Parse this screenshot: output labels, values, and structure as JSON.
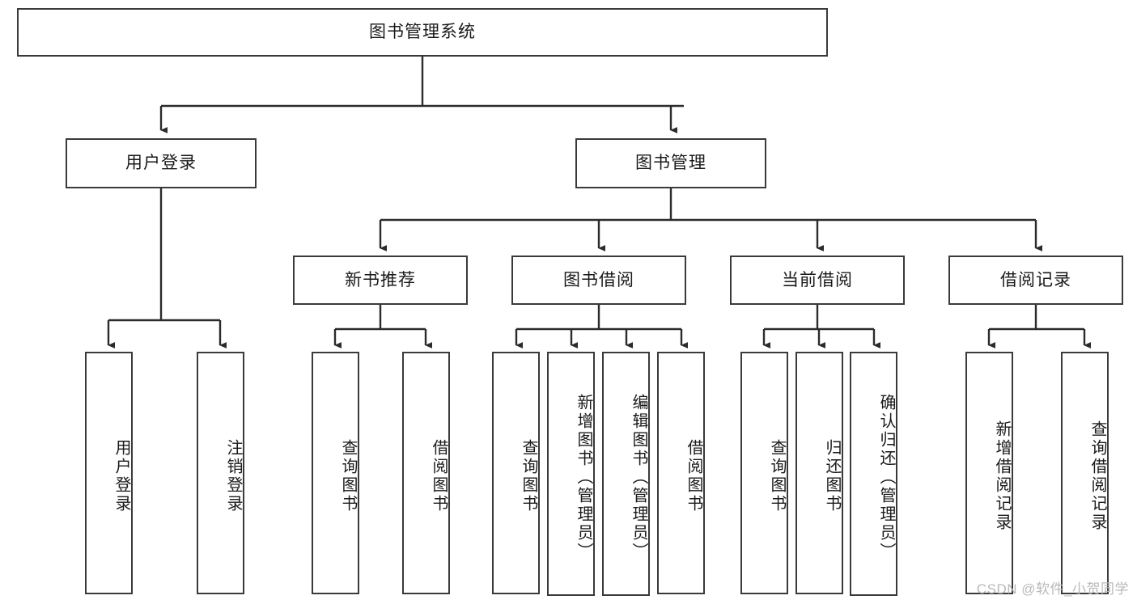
{
  "diagram": {
    "title": "图书管理系统",
    "type": "tree",
    "watermark": "CSDN @软件_小贺同学",
    "colors": {
      "node_border": "#3a3a3a",
      "node_fill": "#ffffff",
      "edge": "#2b2b2b",
      "text": "#1a1a1a",
      "watermark": "#b9b9b9",
      "background": "#ffffff"
    },
    "levels": {
      "root": "图书管理系统",
      "level2": [
        "用户登录",
        "图书管理"
      ],
      "level3": [
        "新书推荐",
        "图书借阅",
        "当前借阅",
        "借阅记录"
      ],
      "leaves": [
        "用户登录",
        "注销登录",
        "查询图书",
        "借阅图书",
        "查询图书",
        "新增图书（管理员）",
        "编辑图书（管理员）",
        "借阅图书",
        "查询图书",
        "归还图书",
        "确认归还（管理员）",
        "新增借阅记录",
        "查询借阅记录"
      ]
    },
    "nodes": {
      "root": {
        "label": "图书管理系统"
      },
      "user_login": {
        "label": "用户登录"
      },
      "book_manage": {
        "label": "图书管理"
      },
      "new_book_rec": {
        "label": "新书推荐"
      },
      "book_borrow": {
        "label": "图书借阅"
      },
      "current_borrow": {
        "label": "当前借阅"
      },
      "borrow_record": {
        "label": "借阅记录"
      },
      "leaf_user_login": {
        "label": "用户登录"
      },
      "leaf_logout": {
        "label": "注销登录"
      },
      "leaf_query_book_1": {
        "label": "查询图书"
      },
      "leaf_borrow_book_1": {
        "label": "借阅图书"
      },
      "leaf_query_book_2": {
        "label": "查询图书"
      },
      "leaf_add_book": {
        "label": "新增图书（管理员）"
      },
      "leaf_edit_book": {
        "label": "编辑图书（管理员）"
      },
      "leaf_borrow_book_2": {
        "label": "借阅图书"
      },
      "leaf_query_book_3": {
        "label": "查询图书"
      },
      "leaf_return_book": {
        "label": "归还图书"
      },
      "leaf_confirm_return": {
        "label": "确认归还（管理员）"
      },
      "leaf_add_record": {
        "label": "新增借阅记录"
      },
      "leaf_query_record": {
        "label": "查询借阅记录"
      }
    },
    "edges": [
      {
        "from": "root",
        "to": "user_login"
      },
      {
        "from": "root",
        "to": "book_manage"
      },
      {
        "from": "user_login",
        "to": "leaf_user_login"
      },
      {
        "from": "user_login",
        "to": "leaf_logout"
      },
      {
        "from": "book_manage",
        "to": "new_book_rec"
      },
      {
        "from": "book_manage",
        "to": "book_borrow"
      },
      {
        "from": "book_manage",
        "to": "current_borrow"
      },
      {
        "from": "book_manage",
        "to": "borrow_record"
      },
      {
        "from": "new_book_rec",
        "to": "leaf_query_book_1"
      },
      {
        "from": "new_book_rec",
        "to": "leaf_borrow_book_1"
      },
      {
        "from": "book_borrow",
        "to": "leaf_query_book_2"
      },
      {
        "from": "book_borrow",
        "to": "leaf_add_book"
      },
      {
        "from": "book_borrow",
        "to": "leaf_edit_book"
      },
      {
        "from": "book_borrow",
        "to": "leaf_borrow_book_2"
      },
      {
        "from": "current_borrow",
        "to": "leaf_query_book_3"
      },
      {
        "from": "current_borrow",
        "to": "leaf_return_book"
      },
      {
        "from": "current_borrow",
        "to": "leaf_confirm_return"
      },
      {
        "from": "borrow_record",
        "to": "leaf_add_record"
      },
      {
        "from": "borrow_record",
        "to": "leaf_query_record"
      }
    ]
  }
}
